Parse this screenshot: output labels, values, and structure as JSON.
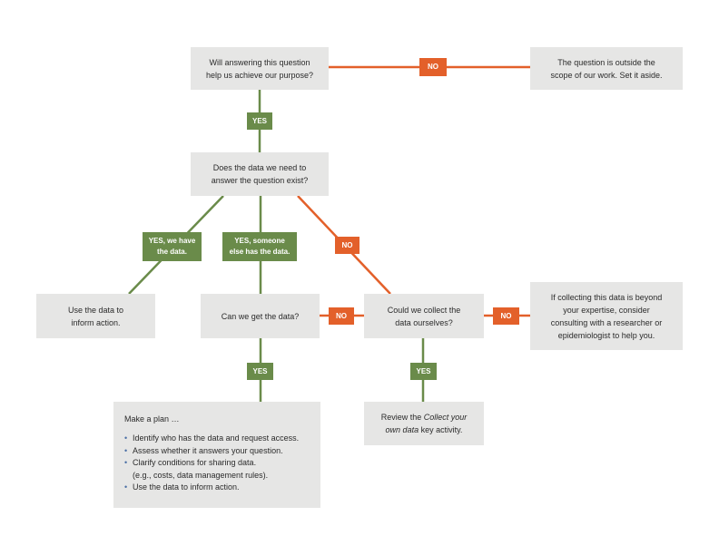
{
  "colors": {
    "yes": "#6a8b4a",
    "no": "#e3602a",
    "box": "#e6e6e5"
  },
  "boxes": {
    "purpose": {
      "line1": "Will answering this question",
      "line2": "help us achieve our purpose?"
    },
    "outside_scope": {
      "line1": "The question is outside the",
      "line2": "scope of our work. Set it aside."
    },
    "data_exist": {
      "line1": "Does the data we need to",
      "line2": "answer the question exist?"
    },
    "use_data": {
      "line1": "Use the data to",
      "line2": "inform action."
    },
    "get_data": {
      "text": "Can we get the data?"
    },
    "collect": {
      "line1": "Could we collect the",
      "line2": "data ourselves?"
    },
    "consult": {
      "line1": "If collecting this data is beyond",
      "line2": "your expertise, consider",
      "line3": "consulting with a researcher or",
      "line4": "epidemiologist to help you."
    },
    "plan": {
      "title": "Make a plan …",
      "items": [
        "Identify who has the data and request access.",
        "Assess whether it answers your question.",
        "Clarify conditions for sharing data.",
        "Use the data to inform action."
      ],
      "item3_line2": "(e.g., costs, data management rules)."
    },
    "review": {
      "prefix": "Review the ",
      "italic1": "Collect your",
      "italic2": "own data",
      "suffix": " key activity."
    }
  },
  "tags": {
    "yes1": "YES",
    "no1": "NO",
    "yes_have_1": "YES, we have",
    "yes_have_2": "the data.",
    "yes_else_1": "YES, someone",
    "yes_else_2": "else has the data.",
    "no2": "NO",
    "no3": "NO",
    "no4": "NO",
    "yes2": "YES",
    "yes3": "YES"
  }
}
